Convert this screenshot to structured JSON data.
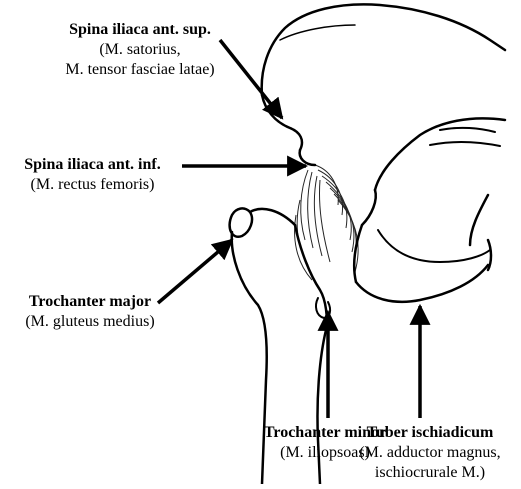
{
  "labels": {
    "spina_sup": {
      "title": "Spina iliaca ant. sup.",
      "line1": "(M. satorius,",
      "line2": "M. tensor fasciae latae)"
    },
    "spina_inf": {
      "title": "Spina iliaca ant. inf.",
      "line1": "(M. rectus femoris)"
    },
    "troch_major": {
      "title": "Trochanter major",
      "line1": "(M. gluteus medius)"
    },
    "troch_minor": {
      "title": "Trochanter minor",
      "line1": "(M. iliopsoas)"
    },
    "tuber": {
      "title": "Tuber ischiadicum",
      "line1": "(M. adductor magnus,",
      "line2": "ischiocrurale M.)"
    }
  },
  "colors": {
    "ink": "#000000",
    "background": "#ffffff"
  }
}
